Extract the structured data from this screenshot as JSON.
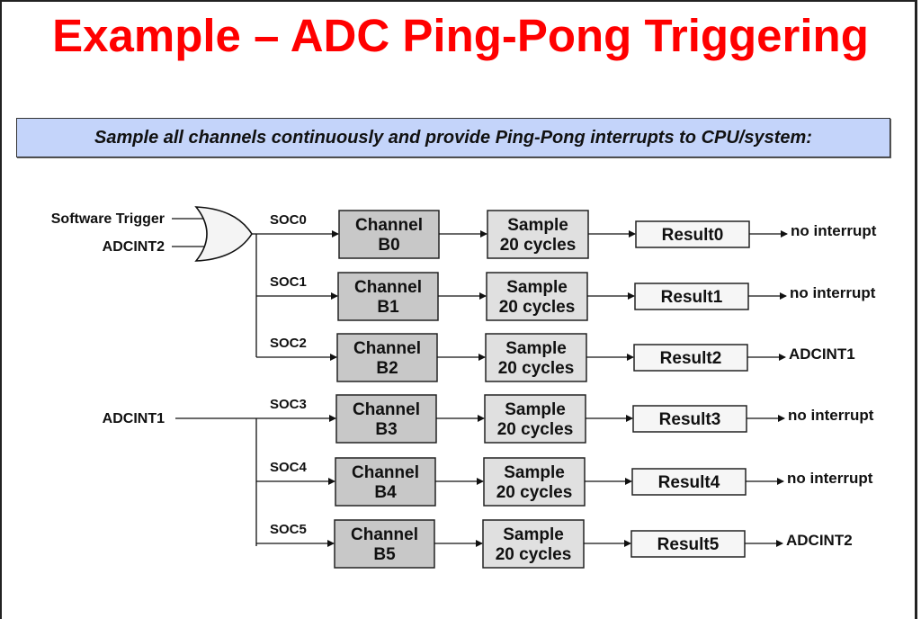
{
  "title": "Example – ADC Ping-Pong Triggering",
  "banner": "Sample all channels continuously and provide Ping-Pong interrupts to CPU/system:",
  "inputs": {
    "group1": [
      "Software Trigger",
      "ADCINT2"
    ],
    "group2": "ADCINT1"
  },
  "colors": {
    "title": "#ff0000",
    "banner_bg": "#c4d4fa",
    "channel_box": "#c8c8c8",
    "sample_box": "#e0e0e0",
    "result_box": "#f6f6f6"
  },
  "rows": [
    {
      "soc": "SOC0",
      "channel": [
        "Channel",
        "B0"
      ],
      "sample": [
        "Sample",
        "20 cycles"
      ],
      "result": "Result0",
      "output": "no interrupt"
    },
    {
      "soc": "SOC1",
      "channel": [
        "Channel",
        "B1"
      ],
      "sample": [
        "Sample",
        "20 cycles"
      ],
      "result": "Result1",
      "output": "no interrupt"
    },
    {
      "soc": "SOC2",
      "channel": [
        "Channel",
        "B2"
      ],
      "sample": [
        "Sample",
        "20 cycles"
      ],
      "result": "Result2",
      "output": "ADCINT1"
    },
    {
      "soc": "SOC3",
      "channel": [
        "Channel",
        "B3"
      ],
      "sample": [
        "Sample",
        "20 cycles"
      ],
      "result": "Result3",
      "output": "no interrupt"
    },
    {
      "soc": "SOC4",
      "channel": [
        "Channel",
        "B4"
      ],
      "sample": [
        "Sample",
        "20 cycles"
      ],
      "result": "Result4",
      "output": "no interrupt"
    },
    {
      "soc": "SOC5",
      "channel": [
        "Channel",
        "B5"
      ],
      "sample": [
        "Sample",
        "20 cycles"
      ],
      "result": "Result5",
      "output": "ADCINT2"
    }
  ]
}
